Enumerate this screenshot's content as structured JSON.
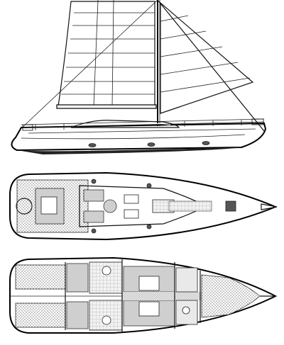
{
  "drawing": {
    "views": [
      "sail-plan-profile",
      "deck-plan",
      "accommodation-plan"
    ],
    "colors": {
      "ink": "#111111",
      "paper": "#ffffff",
      "tone": "#cfcfcf"
    }
  }
}
